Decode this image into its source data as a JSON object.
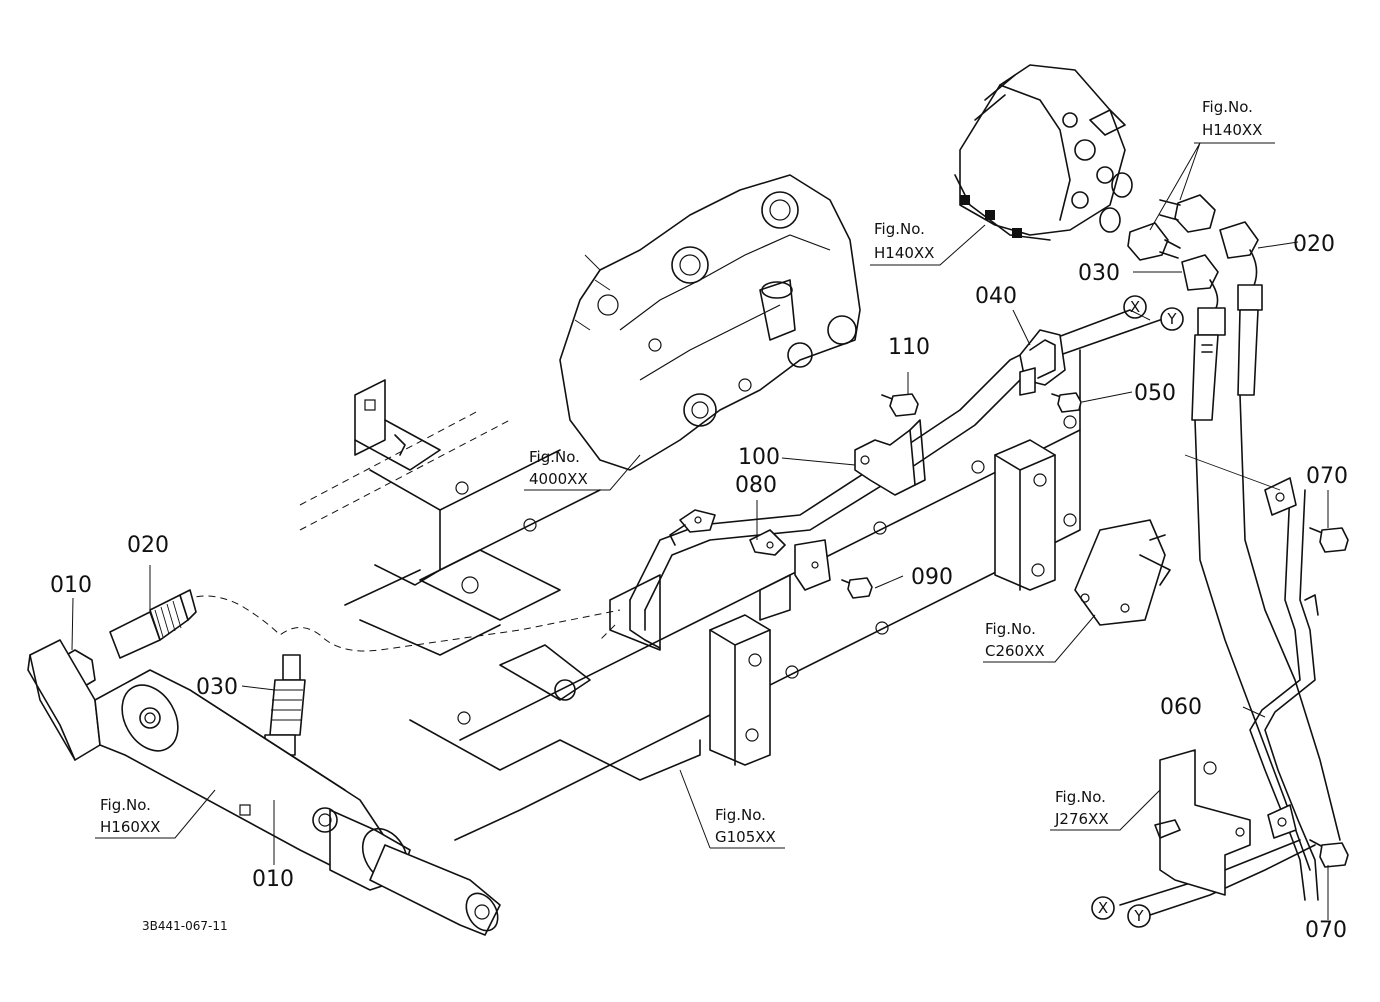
{
  "drawing": {
    "code": "3B441-067-11",
    "part_numbers": {
      "p010_left": "010",
      "p020_left": "020",
      "p030_left": "030",
      "p010_bottom": "010",
      "p110": "110",
      "p100": "100",
      "p080": "080",
      "p090": "090",
      "p040": "040",
      "p050": "050",
      "p030_right": "030",
      "p020_right": "020",
      "p070_top": "070",
      "p060": "060",
      "p070_bottom": "070"
    },
    "figure_refs": {
      "h140_top_label": "Fig.No.",
      "h140_top_code": "H140XX",
      "h140_mid_label": "Fig.No.",
      "h140_mid_code": "H140XX",
      "f4000_label": "Fig.No.",
      "f4000_code": "4000XX",
      "c260_label": "Fig.No.",
      "c260_code": "C260XX",
      "g105_label": "Fig.No.",
      "g105_code": "G105XX",
      "h160_label": "Fig.No.",
      "h160_code": "H160XX",
      "j276_label": "Fig.No.",
      "j276_code": "J276XX"
    },
    "connectors": {
      "x_top": "X",
      "y_top": "Y",
      "x_bottom": "X",
      "y_bottom": "Y"
    }
  }
}
